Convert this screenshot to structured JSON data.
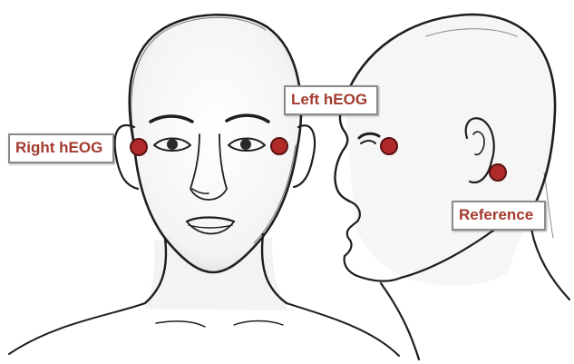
{
  "labels": {
    "right_heog": "Right hEOG",
    "left_heog": "Left hEOG",
    "reference": "Reference"
  },
  "electrodes": [
    {
      "id": "right-heog",
      "description": "front face, subject's right temple"
    },
    {
      "id": "left-heog",
      "description": "front face, subject's left temple"
    },
    {
      "id": "left-heog-profile",
      "description": "profile view, outer canthus"
    },
    {
      "id": "reference",
      "description": "profile view, mastoid behind ear"
    }
  ],
  "colors": {
    "electrode_fill": "#b02a2a",
    "electrode_stroke": "#5a1212",
    "label_text": "#a33a2e",
    "label_border": "#8a8a8a",
    "sketch_line": "#1e1e1e"
  }
}
